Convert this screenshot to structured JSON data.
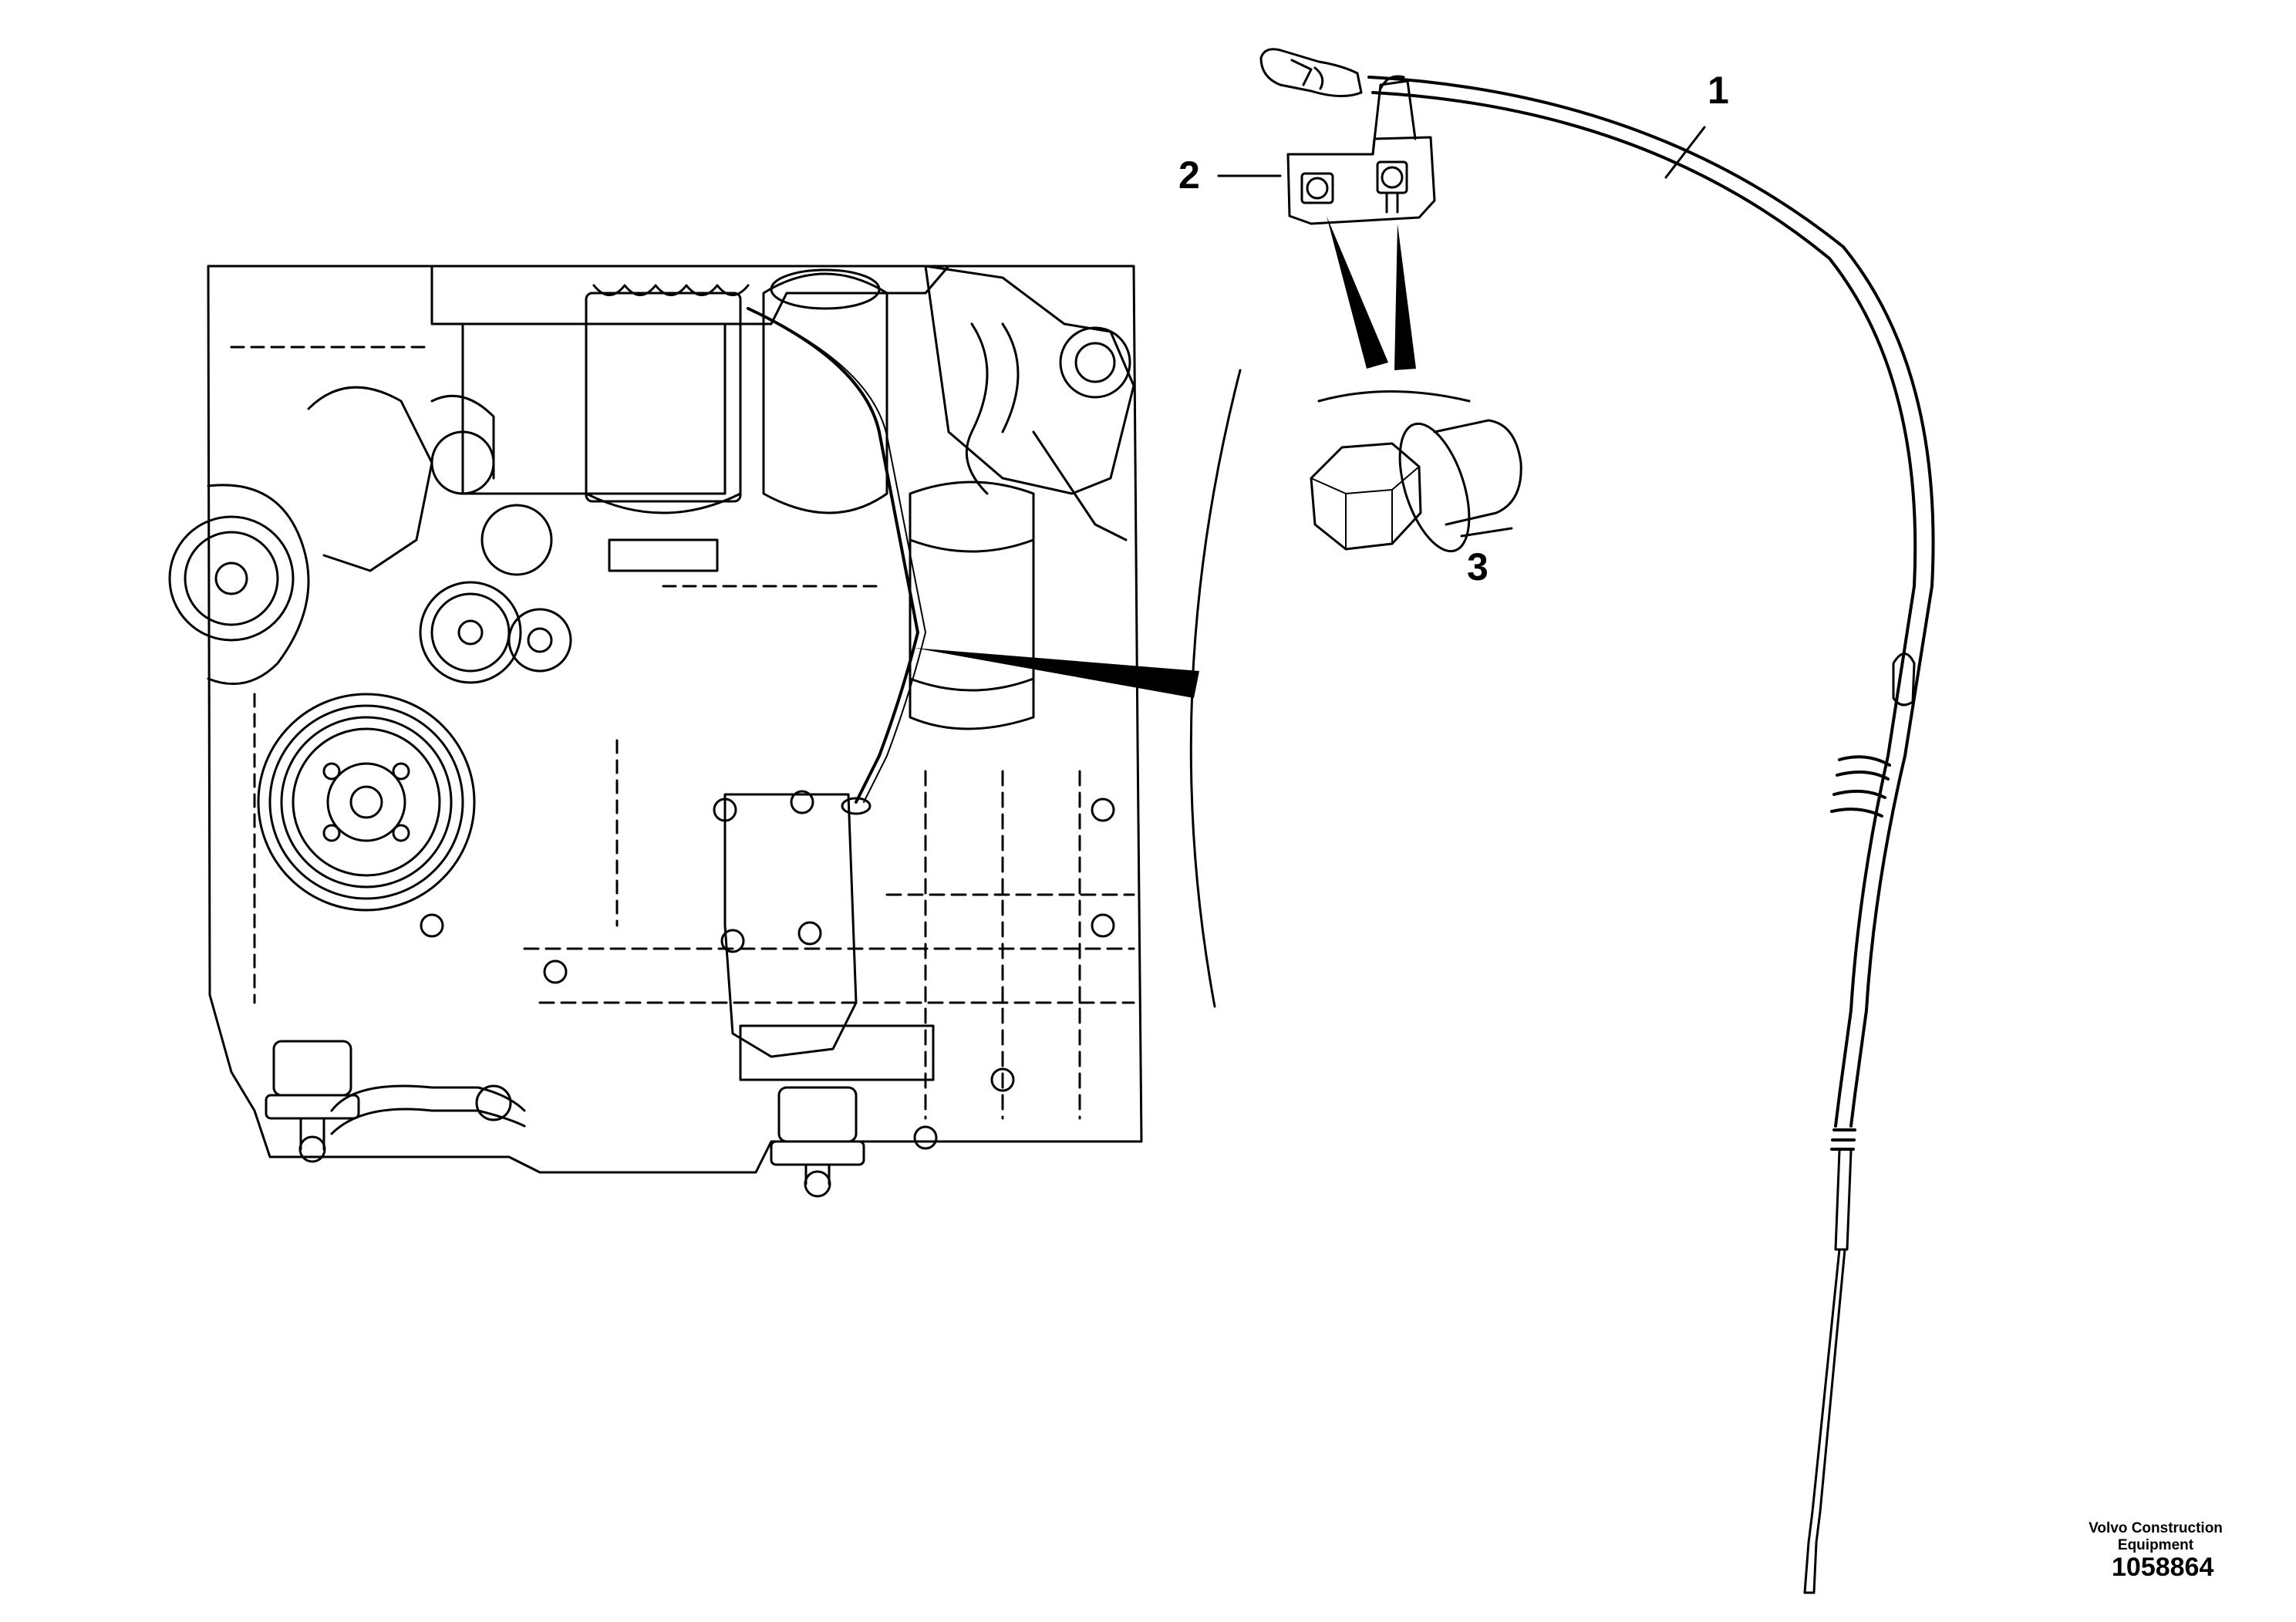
{
  "callouts": {
    "item1": "1",
    "item2": "2",
    "item3": "3"
  },
  "footer": {
    "company_line1": "Volvo Construction",
    "company_line2": "Equipment",
    "document_number": "1058864"
  },
  "parts": [
    {
      "callout": "1",
      "component": "oil-dipstick-with-guide-tube",
      "icon": "dipstick-icon"
    },
    {
      "callout": "2",
      "component": "mounting-bracket",
      "icon": "bracket-icon"
    },
    {
      "callout": "3",
      "component": "flange-bolt",
      "icon": "bolt-icon"
    }
  ],
  "colors": {
    "line": "#000000",
    "background": "#ffffff"
  }
}
